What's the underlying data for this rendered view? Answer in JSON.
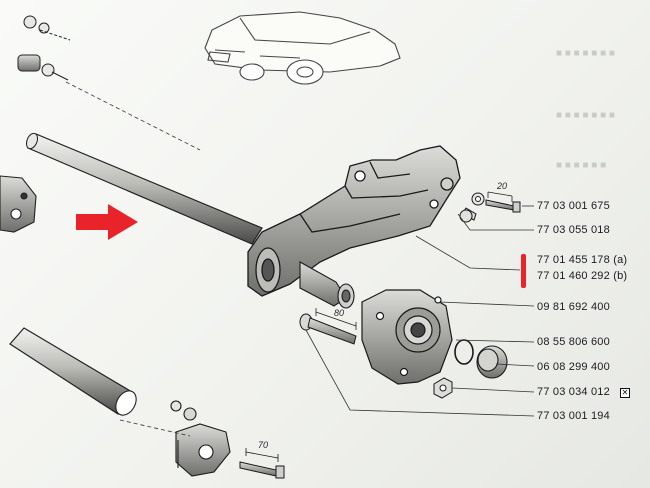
{
  "diagram": {
    "part_numbers": {
      "p1": "77 03 001 675",
      "p2": "77 03 055 018",
      "p3": "77 01 455 178 (a)",
      "p4": "77 01 460 292 (b)",
      "p5": "09 81 692 400",
      "p6": "08 55 806 600",
      "p7": "06 08 299 400",
      "p8": "77 03 034 012",
      "p9": "77 03 001 194"
    },
    "dimensions": {
      "d1": "20",
      "d2": "80",
      "d3": "70"
    },
    "marker_symbol": "✕",
    "colors": {
      "highlight": "#e8232a",
      "ink": "#1c1c1c",
      "paper": "#f4f5f1"
    }
  }
}
